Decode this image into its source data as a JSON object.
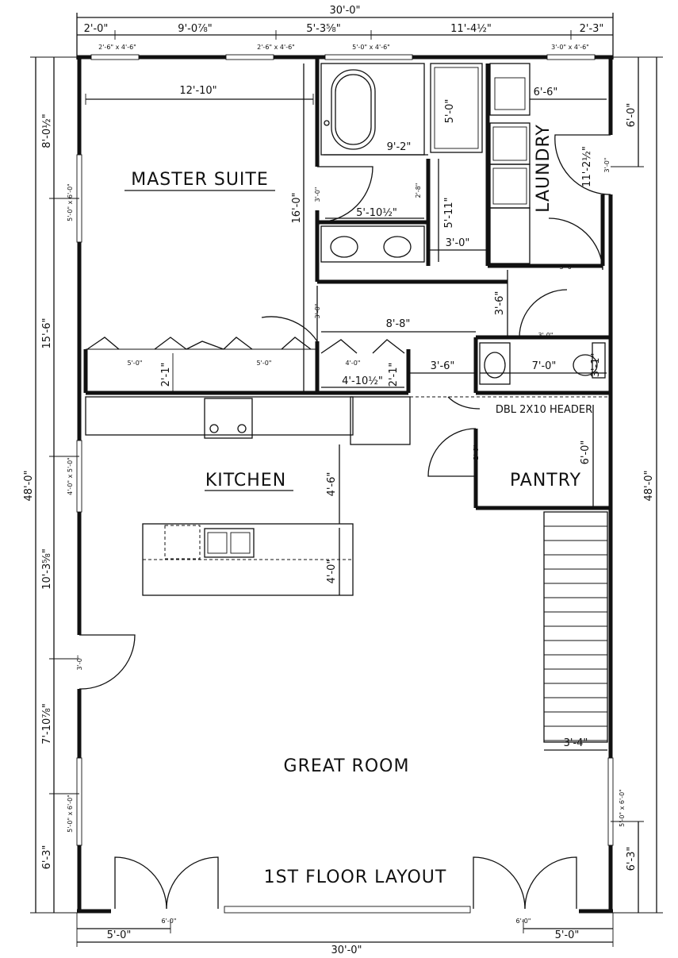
{
  "rooms": {
    "master_suite": "MASTER SUITE",
    "laundry": "LAUNDRY",
    "kitchen": "KITCHEN",
    "pantry": "PANTRY",
    "great_room": "GREAT ROOM",
    "title": "1ST FLOOR LAYOUT"
  },
  "header_note": "DBL 2X10 HEADER",
  "dims_top": {
    "overall": "30'-0\"",
    "seg1": "2'-0\"",
    "seg2": "9'-0⅞\"",
    "seg3": "5'-3⅝\"",
    "seg4": "11'-4½\"",
    "seg5": "2'-3\""
  },
  "windows_top": {
    "w1": "2'-6\" x 4'-6\"",
    "w2": "2'-6\" x 4'-6\"",
    "w3": "5'-0\" x 4'-6\"",
    "w4": "3'-0\" x 4'-6\""
  },
  "dims_left": {
    "overall": "48'-0\"",
    "seg1": "8'-0½\"",
    "seg2": "15'-6\"",
    "seg3": "10'-3⅝\"",
    "seg4": "7'-10⅞\"",
    "seg5": "6'-3\""
  },
  "windows_left": {
    "w1": "5'-0\" x 6'-0\"",
    "w2": "4'-0\" x 5'-0\"",
    "w3": "5'-0\" x 6'-0\""
  },
  "dims_right": {
    "overall": "48'-0\"",
    "seg1": "6'-0\"",
    "seg2": "6'-3\""
  },
  "windows_right": {
    "w1": "5'-0\" x 6'-0\""
  },
  "dims_bottom": {
    "overall": "30'-0\"",
    "left": "5'-0\"",
    "right": "5'-0\"",
    "door_left": "6'-0\"",
    "door_right": "6'-0\""
  },
  "dims_interior": {
    "master_width": "12'-10\"",
    "master_depth": "16'-0\"",
    "tub": "9'-2\"",
    "shower": "5'-0\"",
    "door_bath": "3'-0\"",
    "closet_door": "2'-8\"",
    "vanity": "5'-10½\"",
    "wc_depth": "5'-11\"",
    "wc_width": "3'-0\"",
    "laundry_w": "6'-6\"",
    "laundry_depth": "11'-2½\"",
    "laundry_door": "3'-0\"",
    "hall_door": "3'-0\"",
    "hall_len": "3'-6\"",
    "corridor": "8'-8\"",
    "master_door": "3'-0\"",
    "powder_door": "3'-0\"",
    "closet1": "5'-0\"",
    "closet2": "5'-0\"",
    "closet_depth": "2'-1\"",
    "closet3": "4'-0\"",
    "closet3_w": "4'-10½\"",
    "closet3_depth": "2'-1\"",
    "hall_w": "3'-6\"",
    "powder_w": "7'-0\"",
    "powder_small": "3'-1\"",
    "pantry_door": "2'-6\"",
    "pantry_depth": "6'-0\"",
    "island_gap": "4'-6\"",
    "island_depth": "4'-0\"",
    "entry_door": "3'-0\"",
    "stair_w": "3'-4\""
  }
}
